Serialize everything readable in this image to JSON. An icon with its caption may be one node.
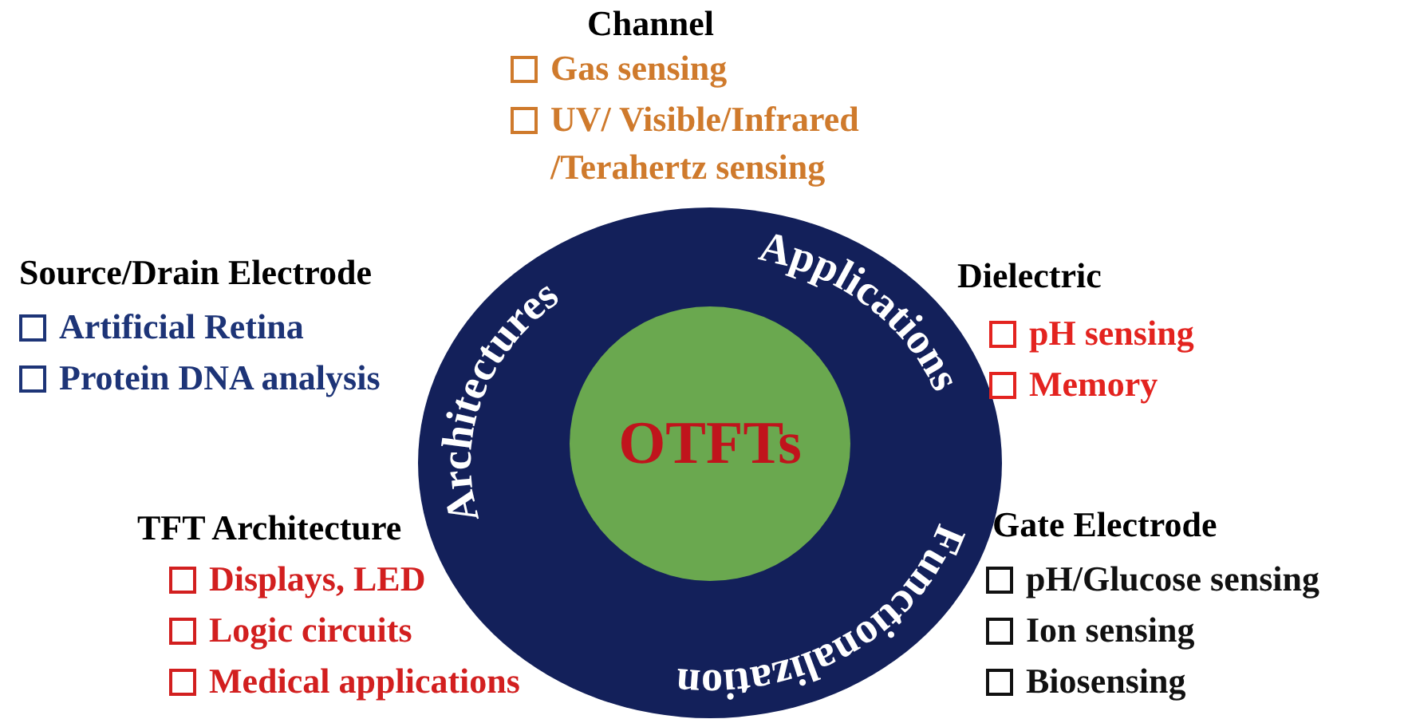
{
  "diagram": {
    "nodes": [
      {
        "text": [
          "Architectures",
          "Applications",
          "Functionalization"
        ]
      },
      {
        "text": [
          "OTFTs"
        ],
        "in": 0
      }
    ],
    "edges": [],
    "labels": [
      "Channel",
      "Gas sensing",
      "UV/ Visible/Infrared /Terahertz sensing",
      "Source/Drain Electrode",
      "Artificial Retina",
      "Protein DNA analysis",
      "Dielectric",
      "pH sensing",
      "Memory",
      "TFT Architecture",
      "Displays, LED",
      "Logic circuits",
      "Medical applications",
      "Gate Electrode",
      "pH/Glucose sensing",
      "Ion sensing",
      "Biosensing"
    ]
  }
}
